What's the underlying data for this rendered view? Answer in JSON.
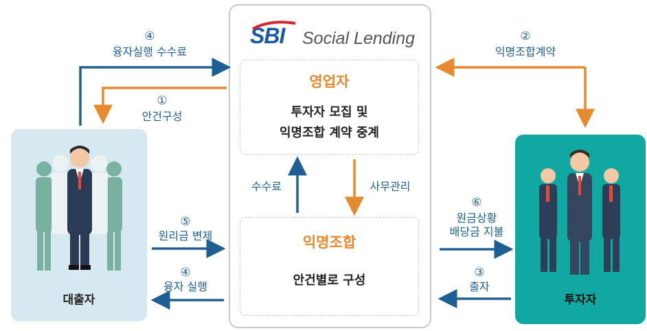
{
  "logo": {
    "brand": "SBI",
    "product": "Social Lending"
  },
  "operator": {
    "title": "영업자",
    "line1": "투자자 모집 및",
    "line2": "익명조합 계약 중계"
  },
  "partnership": {
    "title": "익명조합",
    "desc": "안건별로 구성"
  },
  "borrower": {
    "label": "대출자"
  },
  "investor": {
    "label": "투자자"
  },
  "flows": {
    "f4_top_num": "④",
    "f4_top_label": "융자실행 수수료",
    "f1_num": "①",
    "f1_label": "안건구성",
    "f2_num": "②",
    "f2_label": "익명조합계약",
    "fee": "수수료",
    "admin": "사무관리",
    "f5_num": "⑤",
    "f5_label": "원리금 변제",
    "f4_bot_num": "④",
    "f4_bot_label": "융자 실행",
    "f6_num": "⑥",
    "f6_line1": "원금상황",
    "f6_line2": "배당금 지불",
    "f3_num": "③",
    "f3_label": "출자"
  },
  "colors": {
    "blue": "#1e5f93",
    "orange": "#e58a2e",
    "teal": "#12a8a2",
    "light_blue": "#d6e9f0"
  }
}
